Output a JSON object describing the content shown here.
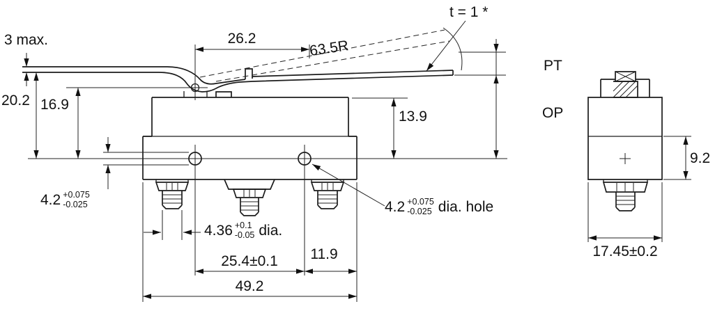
{
  "labels": {
    "t_note": "t = 1 *",
    "max_thickness": "3 max.",
    "lever_length": "26.2",
    "lever_radius": "63.5R",
    "pt": "PT",
    "op": "OP",
    "height_20_2": "20.2",
    "height_16_9": "16.9",
    "height_13_9": "13.9",
    "hole_left": {
      "value": "4.2",
      "tol_plus": "+0.075",
      "tol_minus": "-0.025"
    },
    "terminal_screw": {
      "value": "4.36",
      "tol_plus": "+0.1",
      "tol_minus": "-0.05",
      "suffix": "dia."
    },
    "hole_right": {
      "value": "4.2",
      "tol_plus": "+0.075",
      "tol_minus": "-0.025",
      "suffix": "dia. hole"
    },
    "hole_pitch": "25.4±0.1",
    "edge_offset": "11.9",
    "body_width": "49.2",
    "side_height": "9.2",
    "side_width": "17.45±0.2"
  }
}
